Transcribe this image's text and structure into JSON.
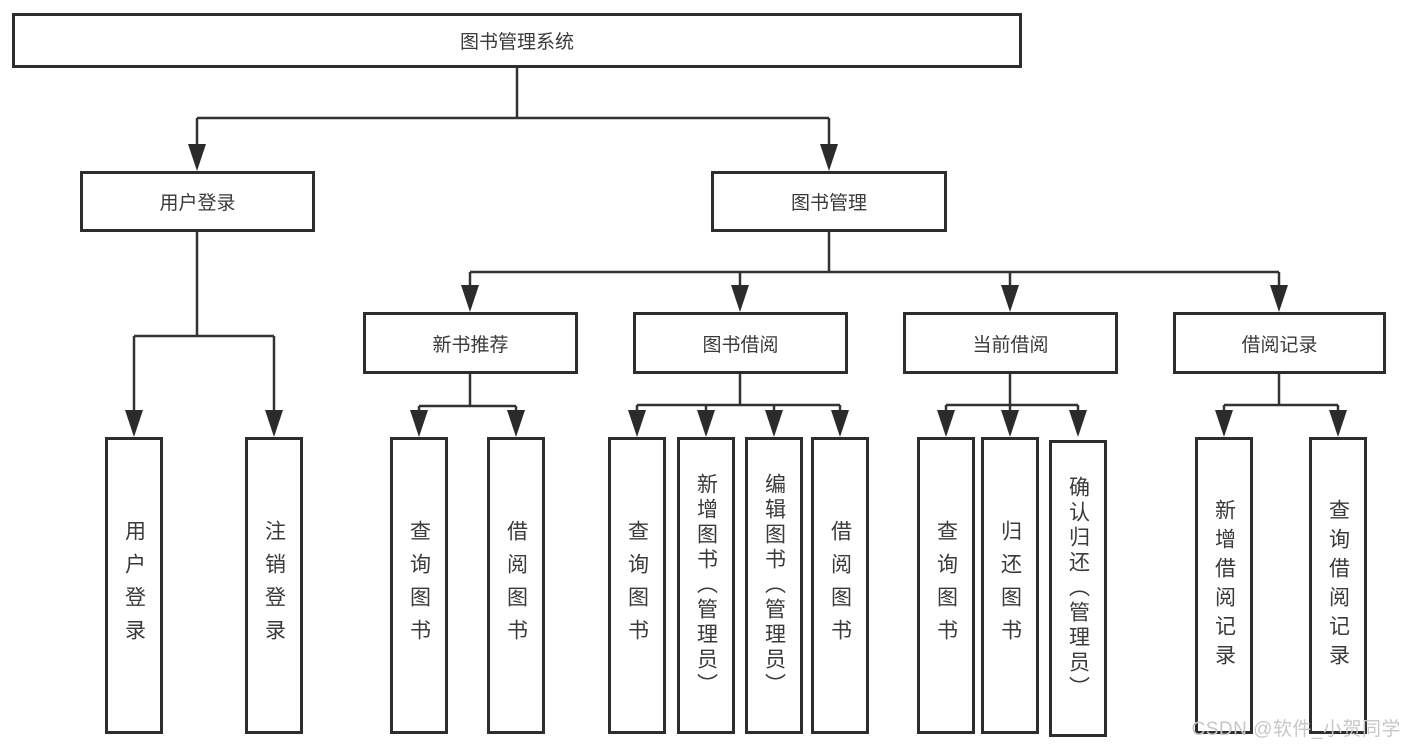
{
  "tree": {
    "label": "图书管理系统",
    "children": [
      {
        "label": "用户登录",
        "children": [
          {
            "label": "用户登录"
          },
          {
            "label": "注销登录"
          }
        ]
      },
      {
        "label": "图书管理",
        "children": [
          {
            "label": "新书推荐",
            "children": [
              {
                "label": "查询图书"
              },
              {
                "label": "借阅图书"
              }
            ]
          },
          {
            "label": "图书借阅",
            "children": [
              {
                "label": "查询图书"
              },
              {
                "label": "新增图书（管理员）"
              },
              {
                "label": "编辑图书（管理员）"
              },
              {
                "label": "借阅图书"
              }
            ]
          },
          {
            "label": "当前借阅",
            "children": [
              {
                "label": "查询图书"
              },
              {
                "label": "归还图书"
              },
              {
                "label": "确认归还（管理员）"
              }
            ]
          },
          {
            "label": "借阅记录",
            "children": [
              {
                "label": "新增借阅记录"
              },
              {
                "label": "查询借阅记录"
              }
            ]
          }
        ]
      }
    ]
  },
  "watermark": {
    "text": "CSDN @软件_小贺同学"
  },
  "colors": {
    "line": "#333333",
    "box_border": "#2d2d2d",
    "text": "#3a3a3a",
    "watermark": "#c7c7c7"
  }
}
